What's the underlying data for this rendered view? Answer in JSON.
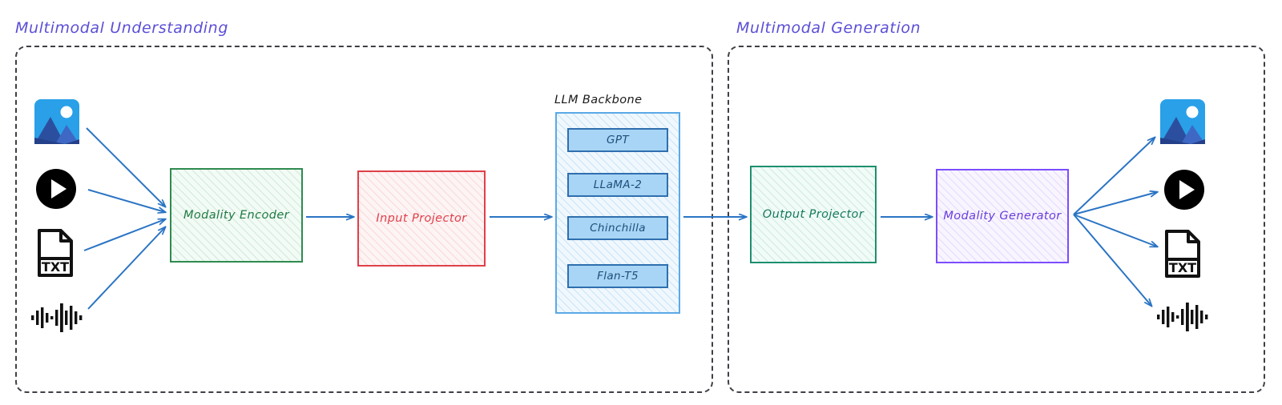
{
  "diagram": {
    "title_left": "Multimodal Understanding",
    "title_right": "Multimodal Generation",
    "accent_title_color": "#5B4FD6",
    "arrow_color": "#2a74c4"
  },
  "left_group": {
    "label": "Multimodal Understanding",
    "inputs": [
      {
        "name": "image-icon",
        "type": "image"
      },
      {
        "name": "video-icon",
        "type": "video"
      },
      {
        "name": "text-file-icon",
        "type": "text",
        "label": "TXT"
      },
      {
        "name": "audio-waveform-icon",
        "type": "audio"
      }
    ],
    "boxes": [
      {
        "label": "Modality Encoder",
        "color": "#2e8b4f",
        "style": "green"
      },
      {
        "label": "Input Projector",
        "color": "#e0404a",
        "style": "red"
      }
    ]
  },
  "llm_backbone": {
    "caption": "LLM Backbone",
    "border_color": "#5aa9e6",
    "items": [
      {
        "label": "GPT"
      },
      {
        "label": "LLaMA-2"
      },
      {
        "label": "Chinchilla"
      },
      {
        "label": "Flan-T5"
      }
    ]
  },
  "right_group": {
    "label": "Multimodal Generation",
    "boxes": [
      {
        "label": "Output Projector",
        "color": "#1f8f6e",
        "style": "teal"
      },
      {
        "label": "Modality Generator",
        "color": "#7c4dff",
        "style": "purple"
      }
    ],
    "outputs": [
      {
        "name": "image-icon",
        "type": "image"
      },
      {
        "name": "video-icon",
        "type": "video"
      },
      {
        "name": "text-file-icon",
        "type": "text",
        "label": "TXT"
      },
      {
        "name": "audio-waveform-icon",
        "type": "audio"
      }
    ]
  }
}
